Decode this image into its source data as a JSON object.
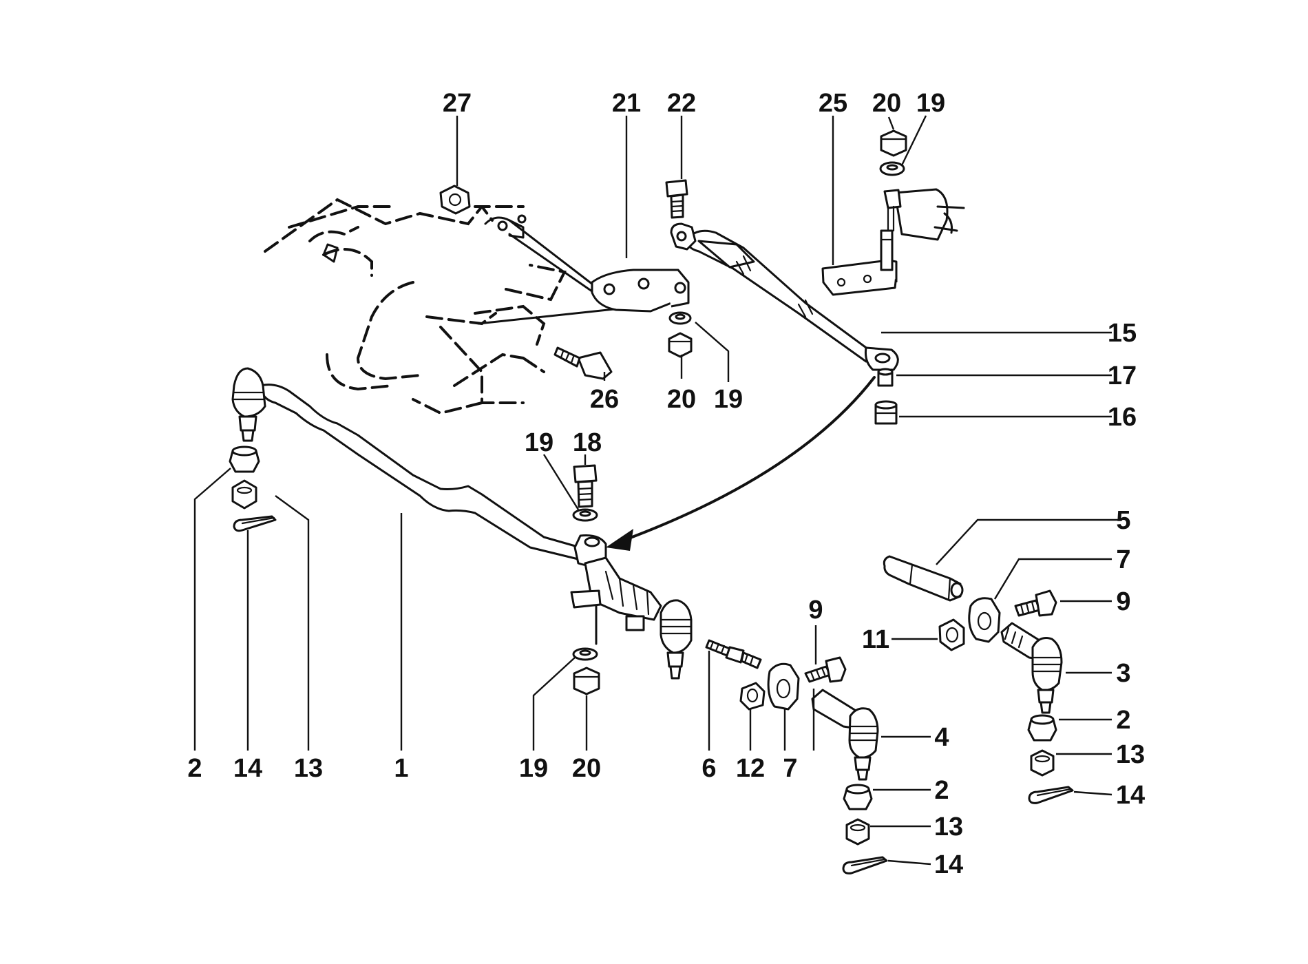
{
  "labels": [
    {
      "id": "27a",
      "text": "27"
    },
    {
      "id": "21a",
      "text": "21"
    },
    {
      "id": "22a",
      "text": "22"
    },
    {
      "id": "25a",
      "text": "25"
    },
    {
      "id": "20a",
      "text": "20"
    },
    {
      "id": "19a",
      "text": "19"
    },
    {
      "id": "15a",
      "text": "15"
    },
    {
      "id": "17a",
      "text": "17"
    },
    {
      "id": "16a",
      "text": "16"
    },
    {
      "id": "26a",
      "text": "26"
    },
    {
      "id": "20b",
      "text": "20"
    },
    {
      "id": "19b",
      "text": "19"
    },
    {
      "id": "19c",
      "text": "19"
    },
    {
      "id": "18a",
      "text": "18"
    },
    {
      "id": "5a",
      "text": "5"
    },
    {
      "id": "7a",
      "text": "7"
    },
    {
      "id": "9a",
      "text": "9"
    },
    {
      "id": "9b",
      "text": "9"
    },
    {
      "id": "11a",
      "text": "11"
    },
    {
      "id": "3a",
      "text": "3"
    },
    {
      "id": "2a",
      "text": "2"
    },
    {
      "id": "13a",
      "text": "13"
    },
    {
      "id": "14a",
      "text": "14"
    },
    {
      "id": "4a",
      "text": "4"
    },
    {
      "id": "2b",
      "text": "2"
    },
    {
      "id": "13b",
      "text": "13"
    },
    {
      "id": "14b",
      "text": "14"
    },
    {
      "id": "2c",
      "text": "2"
    },
    {
      "id": "14c",
      "text": "14"
    },
    {
      "id": "13c",
      "text": "13"
    },
    {
      "id": "1a",
      "text": "1"
    },
    {
      "id": "19d",
      "text": "19"
    },
    {
      "id": "20c",
      "text": "20"
    },
    {
      "id": "6a",
      "text": "6"
    },
    {
      "id": "12a",
      "text": "12"
    },
    {
      "id": "7b",
      "text": "7"
    }
  ]
}
